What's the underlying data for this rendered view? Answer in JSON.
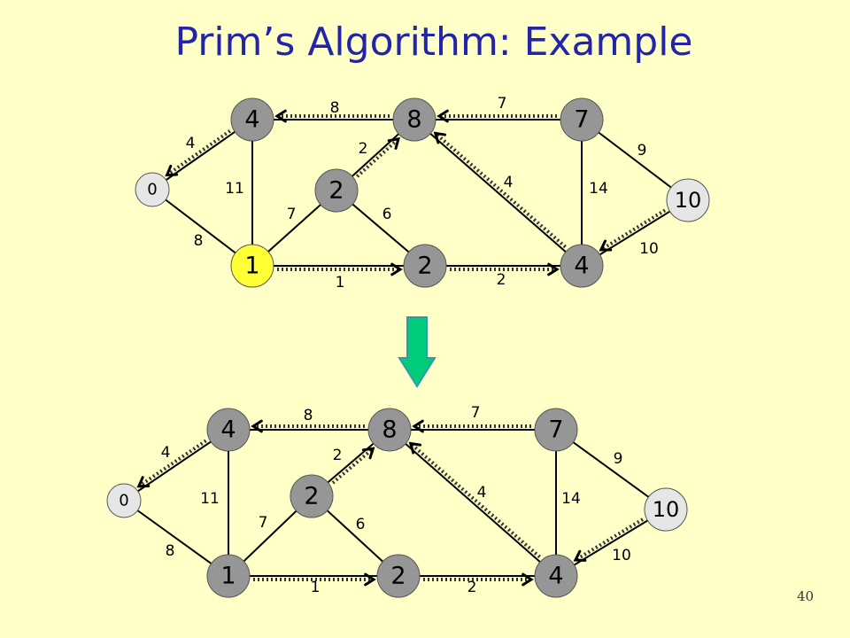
{
  "slide": {
    "title": "Prim’s Algorithm: Example",
    "page_number": "40"
  },
  "colors": {
    "background": "#FFFFC8",
    "title": "#2424A8",
    "node_gray": "#969696",
    "node_light": "#E6E6E6",
    "node_selected": "#FFFF33",
    "arrow_fill": "#00CC7A",
    "arrow_stroke": "#3399AA"
  },
  "edges": [
    {
      "from": "a",
      "to": "b",
      "weight": "4"
    },
    {
      "from": "a",
      "to": "h",
      "weight": "8"
    },
    {
      "from": "b",
      "to": "c",
      "weight": "8"
    },
    {
      "from": "b",
      "to": "h",
      "weight": "11"
    },
    {
      "from": "c",
      "to": "d",
      "weight": "7"
    },
    {
      "from": "c",
      "to": "i",
      "weight": "2"
    },
    {
      "from": "c",
      "to": "f",
      "weight": "4"
    },
    {
      "from": "d",
      "to": "e",
      "weight": "9"
    },
    {
      "from": "d",
      "to": "f",
      "weight": "14"
    },
    {
      "from": "e",
      "to": "f",
      "weight": "10"
    },
    {
      "from": "f",
      "to": "g",
      "weight": "2"
    },
    {
      "from": "g",
      "to": "h",
      "weight": "1"
    },
    {
      "from": "g",
      "to": "i",
      "weight": "6"
    },
    {
      "from": "h",
      "to": "i",
      "weight": "7"
    }
  ],
  "graphs": [
    {
      "id": "top",
      "nodes": [
        {
          "id": "a",
          "key": "0",
          "style": "light"
        },
        {
          "id": "b",
          "key": "4",
          "style": "gray"
        },
        {
          "id": "c",
          "key": "8",
          "style": "gray"
        },
        {
          "id": "d",
          "key": "7",
          "style": "gray"
        },
        {
          "id": "e",
          "key": "10",
          "style": "light"
        },
        {
          "id": "f",
          "key": "4",
          "style": "gray"
        },
        {
          "id": "g",
          "key": "2",
          "style": "gray"
        },
        {
          "id": "h",
          "key": "1",
          "style": "selected"
        },
        {
          "id": "i",
          "key": "2",
          "style": "gray"
        }
      ],
      "tree_edges": [
        {
          "child": "b",
          "parent": "a"
        },
        {
          "child": "c",
          "parent": "b"
        },
        {
          "child": "d",
          "parent": "c"
        },
        {
          "child": "i",
          "parent": "c"
        },
        {
          "child": "f",
          "parent": "c"
        },
        {
          "child": "e",
          "parent": "f"
        },
        {
          "child": "h",
          "parent": "g"
        },
        {
          "child": "g",
          "parent": "f"
        }
      ]
    },
    {
      "id": "bottom",
      "nodes": [
        {
          "id": "a",
          "key": "0",
          "style": "light"
        },
        {
          "id": "b",
          "key": "4",
          "style": "gray"
        },
        {
          "id": "c",
          "key": "8",
          "style": "gray"
        },
        {
          "id": "d",
          "key": "7",
          "style": "gray"
        },
        {
          "id": "e",
          "key": "10",
          "style": "light"
        },
        {
          "id": "f",
          "key": "4",
          "style": "gray"
        },
        {
          "id": "g",
          "key": "2",
          "style": "gray"
        },
        {
          "id": "h",
          "key": "1",
          "style": "gray"
        },
        {
          "id": "i",
          "key": "2",
          "style": "gray"
        }
      ],
      "tree_edges": [
        {
          "child": "b",
          "parent": "a"
        },
        {
          "child": "c",
          "parent": "b"
        },
        {
          "child": "d",
          "parent": "c"
        },
        {
          "child": "i",
          "parent": "c"
        },
        {
          "child": "f",
          "parent": "c"
        },
        {
          "child": "e",
          "parent": "f"
        },
        {
          "child": "h",
          "parent": "g"
        },
        {
          "child": "g",
          "parent": "f"
        }
      ]
    }
  ]
}
